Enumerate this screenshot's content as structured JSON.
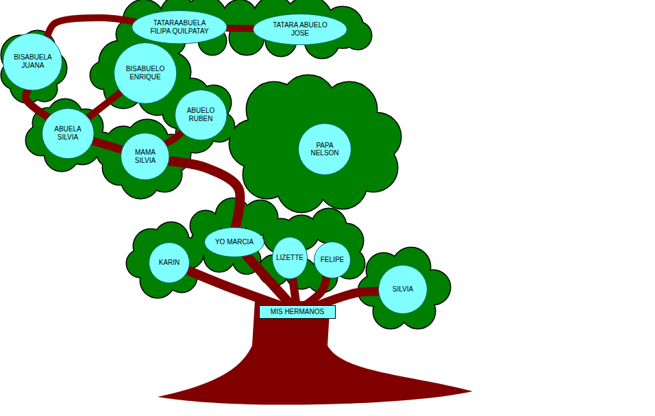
{
  "diagram": {
    "nodes": [
      {
        "text": [
          "TATARAABUELA FILIPA QUILPATAY"
        ]
      },
      {
        "text": [
          "TATARA ABUELO JOSE"
        ]
      },
      {
        "text": [
          "BISABUELA JUANA"
        ]
      },
      {
        "text": [
          "BISABUELO ENRIQUE"
        ]
      },
      {
        "text": [
          "ABUELO RUBEN"
        ]
      },
      {
        "text": [
          "ABUELA SILVIA"
        ]
      },
      {
        "text": [
          "MAMA SILVIA"
        ]
      },
      {
        "text": [
          "PAPA NELSON"
        ]
      },
      {
        "text": [
          "YO MARCIA"
        ]
      },
      {
        "text": [
          "LIZETTE"
        ]
      },
      {
        "text": [
          "FELIPE"
        ]
      },
      {
        "text": [
          "KARIN"
        ]
      },
      {
        "text": [
          "SILVIA"
        ]
      },
      {
        "text": [
          "MIS HERMANOS"
        ]
      }
    ],
    "edges": [
      {
        "from": 0,
        "to": 1,
        "arrow": "none"
      },
      {
        "from": 0,
        "to": 2,
        "arrow": "none"
      },
      {
        "from": 2,
        "to": 5,
        "arrow": "none"
      },
      {
        "from": 3,
        "to": 5,
        "arrow": "none"
      },
      {
        "from": 5,
        "to": 6,
        "arrow": "none"
      },
      {
        "from": 4,
        "to": 6,
        "arrow": "none"
      },
      {
        "from": 6,
        "to": 8,
        "arrow": "none"
      },
      {
        "from": 13,
        "to": 11,
        "arrow": "none"
      },
      {
        "from": 13,
        "to": 8,
        "arrow": "none"
      },
      {
        "from": 13,
        "to": 9,
        "arrow": "none"
      },
      {
        "from": 13,
        "to": 10,
        "arrow": "none"
      },
      {
        "from": 13,
        "to": 12,
        "arrow": "none"
      }
    ]
  }
}
